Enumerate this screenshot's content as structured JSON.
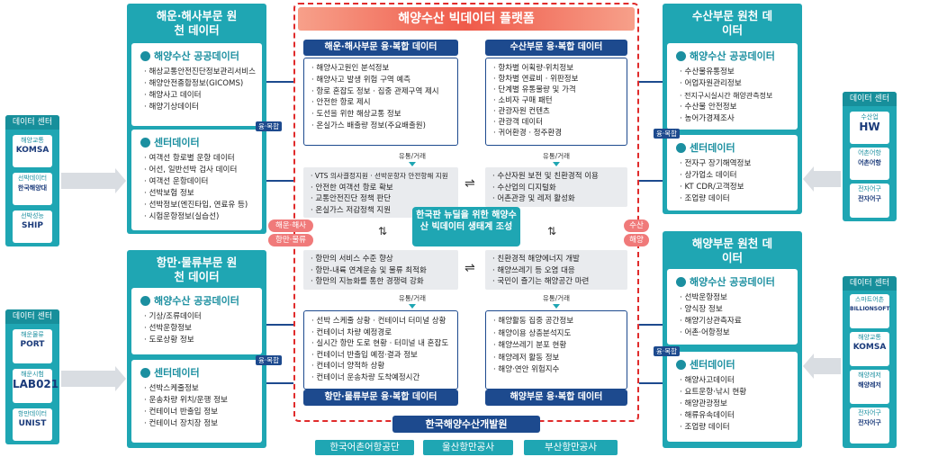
{
  "platform": {
    "title": "해양수산 빅데이터 플랫폼",
    "core": "한국판 뉴딜을 위한 해양수산 빅데이터 생태계 조성",
    "trade": "유통/거래",
    "kiost": "한국해양수산개발원"
  },
  "orgs": [
    "한국어촌어항공단",
    "울산항만공사",
    "부산항만공사"
  ],
  "labels": {
    "fusion": "융·복합",
    "left_top_pills": [
      "해운·해사",
      "항만·물류"
    ],
    "right_pills": [
      "수산",
      "해양"
    ]
  },
  "sources": {
    "maritime": {
      "title": "해운·해사부문 원천 데이터",
      "public_title": "해양수산 공공데이터",
      "public": [
        "해상교통안전진단정보관리서비스",
        "해양안전종합정보(GICOMS)",
        "해양사고 데이터",
        "해양기상데이터"
      ],
      "center_title": "센터데이터",
      "center": [
        "여객선 항로별 운항 데이터",
        "어선, 일반선박 검사 데이터",
        "여객선 운항데이터",
        "선박보험 정보",
        "선박정보(엔진타입, 연료유 등)",
        "시험운항정보(실습선)"
      ]
    },
    "port": {
      "title": "항만·물류부문 원천 데이터",
      "public_title": "해양수산 공공데이터",
      "public": [
        "기상/조류데이터",
        "선박운항정보",
        "도로상황 정보"
      ],
      "center_title": "센터데이터",
      "center": [
        "선박스케줄정보",
        "운송차량 위치/운행 정보",
        "컨테이너 반출입 정보",
        "컨테이너 장치장 정보"
      ]
    },
    "fishery": {
      "title": "수산부문 원천 데이터",
      "public_title": "해양수산 공공데이터",
      "public": [
        "수산물유통정보",
        "어업자원관리정보",
        "전지구시실시간 해양관측정보",
        "수산물 안전정보",
        "농어가경제조사"
      ],
      "center_title": "센터데이터",
      "center": [
        "전자구 장기해역정보",
        "상가업소 데이터",
        "KT CDR/고객정보",
        "조업량 데이터"
      ]
    },
    "ocean": {
      "title": "해양부문 원천 데이터",
      "public_title": "해양수산 공공데이터",
      "public": [
        "선박운항정보",
        "양식장 정보",
        "해양기상관측자료",
        "어촌·어항정보"
      ],
      "center_title": "센터데이터",
      "center": [
        "해양사고데이터",
        "요트운항·낚시 현황",
        "해양관광정보",
        "해류유속데이터",
        "조업량 데이터"
      ]
    }
  },
  "datacenters": {
    "left_top": {
      "title": "데이터 센터",
      "items": [
        {
          "label": "해양교통",
          "logo": "KOMSA"
        },
        {
          "label": "선박데이터",
          "logo": "한국해양대"
        },
        {
          "label": "선박성능",
          "logo": "SHIP"
        }
      ]
    },
    "left_bottom": {
      "title": "데이터 센터",
      "items": [
        {
          "label": "해운물류",
          "logo": "PORT"
        },
        {
          "label": "해운시험",
          "logo": "LAB021"
        },
        {
          "label": "항만데이터",
          "logo": "UNIST"
        }
      ]
    },
    "right_top": {
      "title": "데이터 센터",
      "items": [
        {
          "label": "수산업",
          "logo": "HW"
        },
        {
          "label": "어촌어항",
          "logo": "어촌어항"
        },
        {
          "label": "전자어구",
          "logo": "전자어구"
        }
      ]
    },
    "right_bottom": {
      "title": "데이터 센터",
      "items": [
        {
          "label": "스마트어촌",
          "logo": "BILLIONSOFT"
        },
        {
          "label": "해양교통",
          "logo": "KOMSA"
        },
        {
          "label": "해양레저",
          "logo": "해양레저"
        },
        {
          "label": "전자어구",
          "logo": "전자어구"
        }
      ]
    }
  },
  "fusion_boxes": {
    "maritime": {
      "title": "해운·해사부문 융·복합 데이터",
      "items": [
        "해양사고원인 분석정보",
        "해양사고 발생 위험 구역 예측",
        "항로 혼잡도 정보   · 집중 관제구역 제시",
        "안전한 항로 제시",
        "도선을 위한 해상교통 정보",
        "온실가스 배출량 정보(주요배출원)"
      ]
    },
    "fishery": {
      "title": "수산부문 융·복합 데이터",
      "items": [
        "항차별 어획량·위치정보",
        "항차별 연료비   · 위판정보",
        "단계별 유통물량 및 가격",
        "소비자 구매 패턴",
        "관광자원 컨텐츠",
        "관광객 데이터",
        "귀어환경 · 정주환경"
      ]
    },
    "port": {
      "title": "항만·물류부문 융·복합 데이터",
      "items": [
        "선박 스케줄 상황   · 컨테이너 터미널 상황",
        "컨테이너 차량 예정경로",
        "실시간 항만 도로 현황   · 터미널 내 혼잡도",
        "컨테이너 반출입 예정·결과 정보",
        "컨테이너 양적하 상황",
        "컨테이너 운송차량 도착예정시간"
      ]
    },
    "ocean": {
      "title": "해양부문 융·복합 데이터",
      "items": [
        "해양활동 집중 공간정보",
        "해양이용 상충분석지도",
        "해양쓰레기 분포 현황",
        "해양레저 활동 정보",
        "해양·연안 위험지수"
      ]
    }
  },
  "services": {
    "maritime": [
      "VTS 의사결정지원   · 선박운항자 안전항해 지원",
      "안전한 여객선 항로 확보",
      "교통안전진단 정책 판단",
      "온실가스 저감정책 지원"
    ],
    "fishery": [
      "수산자원 보전 및 친환경적 이용",
      "수산업의 디지털화",
      "어촌관광 및 레저 활성화"
    ],
    "port": [
      "항만의 서비스 수준 향상",
      "항만-내륙 연계운송 및 물류 최적화",
      "항만의 지능화를 통한 경쟁력 강화"
    ],
    "ocean": [
      "친환경적 해양에너지 개발",
      "해양쓰레기 등 오염 대응",
      "국민이 즐기는 해양공간 마련"
    ]
  }
}
